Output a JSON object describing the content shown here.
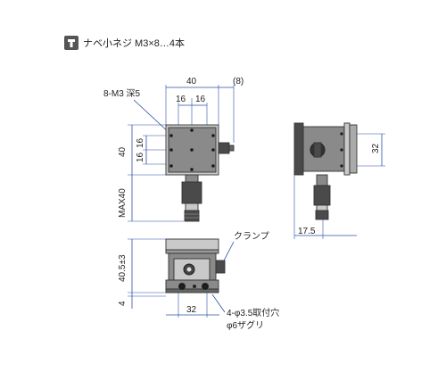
{
  "header": {
    "icon": "t-screw-icon",
    "text": "ナベ小ネジ M3×8…4本"
  },
  "top_view": {
    "dim_width": "40",
    "dim_offset": "(8)",
    "dim_inner_left": "16",
    "dim_inner_right": "16",
    "thread_note": "8-M3 深5",
    "dim_height": "40",
    "dim_inner_top": "16",
    "dim_inner_bottom": "16",
    "dim_max": "MAX40"
  },
  "side_view": {
    "dim_height": "32",
    "dim_offset": "17.5"
  },
  "front_view": {
    "clamp_label": "クランプ",
    "dim_height": "40.5±3",
    "dim_base": "4",
    "dim_width": "32",
    "hole_note_1": "4-φ3.5取付穴",
    "hole_note_2": "φ6ザグリ"
  },
  "colors": {
    "dimension": "#2a4fa8",
    "part_dark": "#4a4a4a",
    "part_mid": "#8a8a8a",
    "part_light": "#c9c9c9"
  }
}
